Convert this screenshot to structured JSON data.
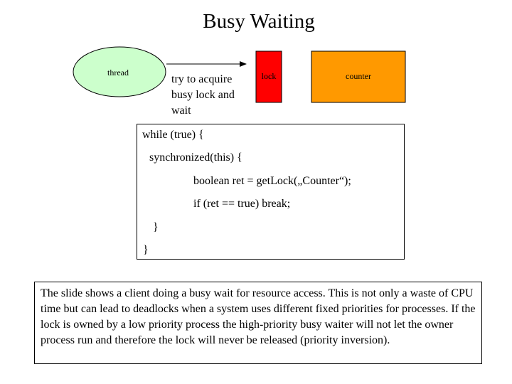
{
  "title": "Busy Waiting",
  "diagram": {
    "thread_label": "thread",
    "lock_label": "lock",
    "counter_label": "counter",
    "arrow_caption": [
      "try to acquire",
      "busy lock and",
      "wait"
    ],
    "colors": {
      "thread_fill": "#CCFFCC",
      "lock_fill": "#FF0000",
      "counter_fill": "#FF9900",
      "outline": "#000000"
    }
  },
  "code": {
    "lines": [
      "while (true) {",
      "synchronized(this) {",
      "boolean ret = getLock(„Counter“);",
      "if (ret == true) break;",
      "}",
      "}"
    ]
  },
  "note": "The slide shows a client doing a busy wait for resource access. This is not only a waste of CPU time but can lead to deadlocks when a system uses different fixed priorities for processes. If the lock is owned by a low priority process the high-priority busy waiter will not let the owner process run and therefore the lock will never be released (priority inversion)."
}
